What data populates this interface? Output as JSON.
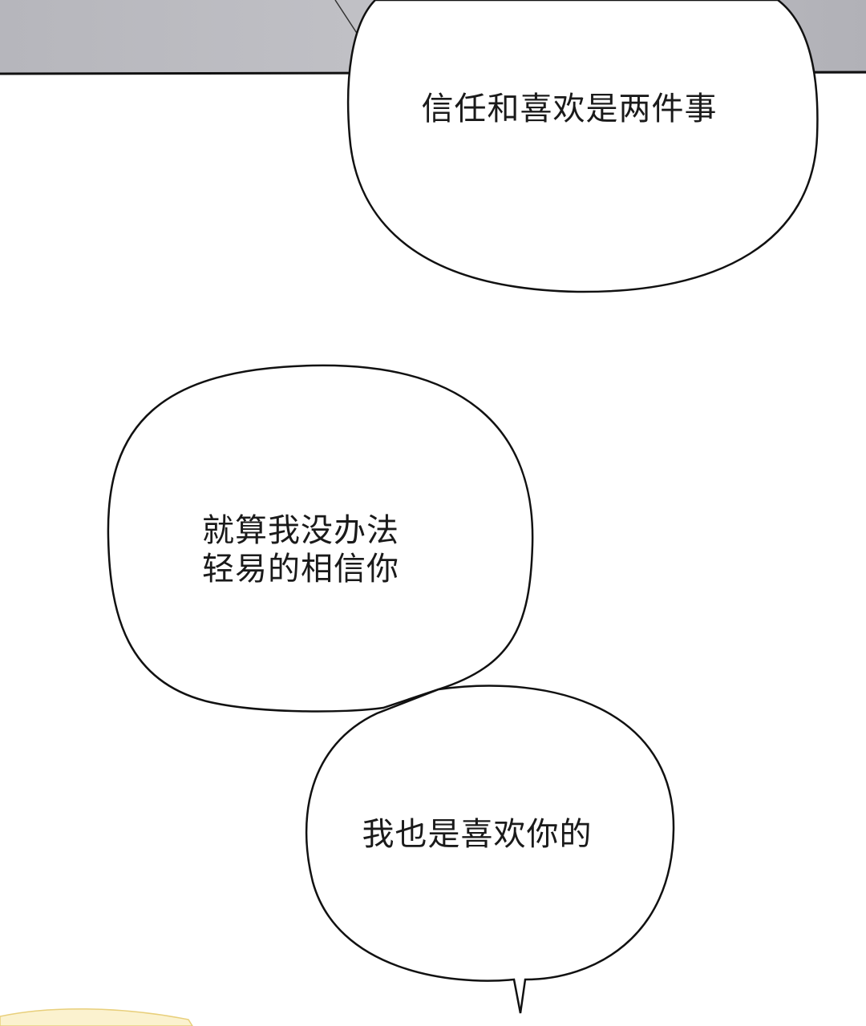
{
  "panel": {
    "colors": {
      "background": "#ffffff",
      "top_strip": "#b9b9bf",
      "bubble_fill": "#ffffff",
      "bubble_outline": "#111111",
      "text": "#1a1a1a",
      "bottom_hair": "#f2e3a6"
    }
  },
  "bubbles": [
    {
      "lines": [
        "信任和喜欢是两件事"
      ]
    },
    {
      "lines": [
        "就算我没办法",
        "轻易的相信你"
      ]
    },
    {
      "lines": [
        "我也是喜欢你的"
      ]
    }
  ]
}
